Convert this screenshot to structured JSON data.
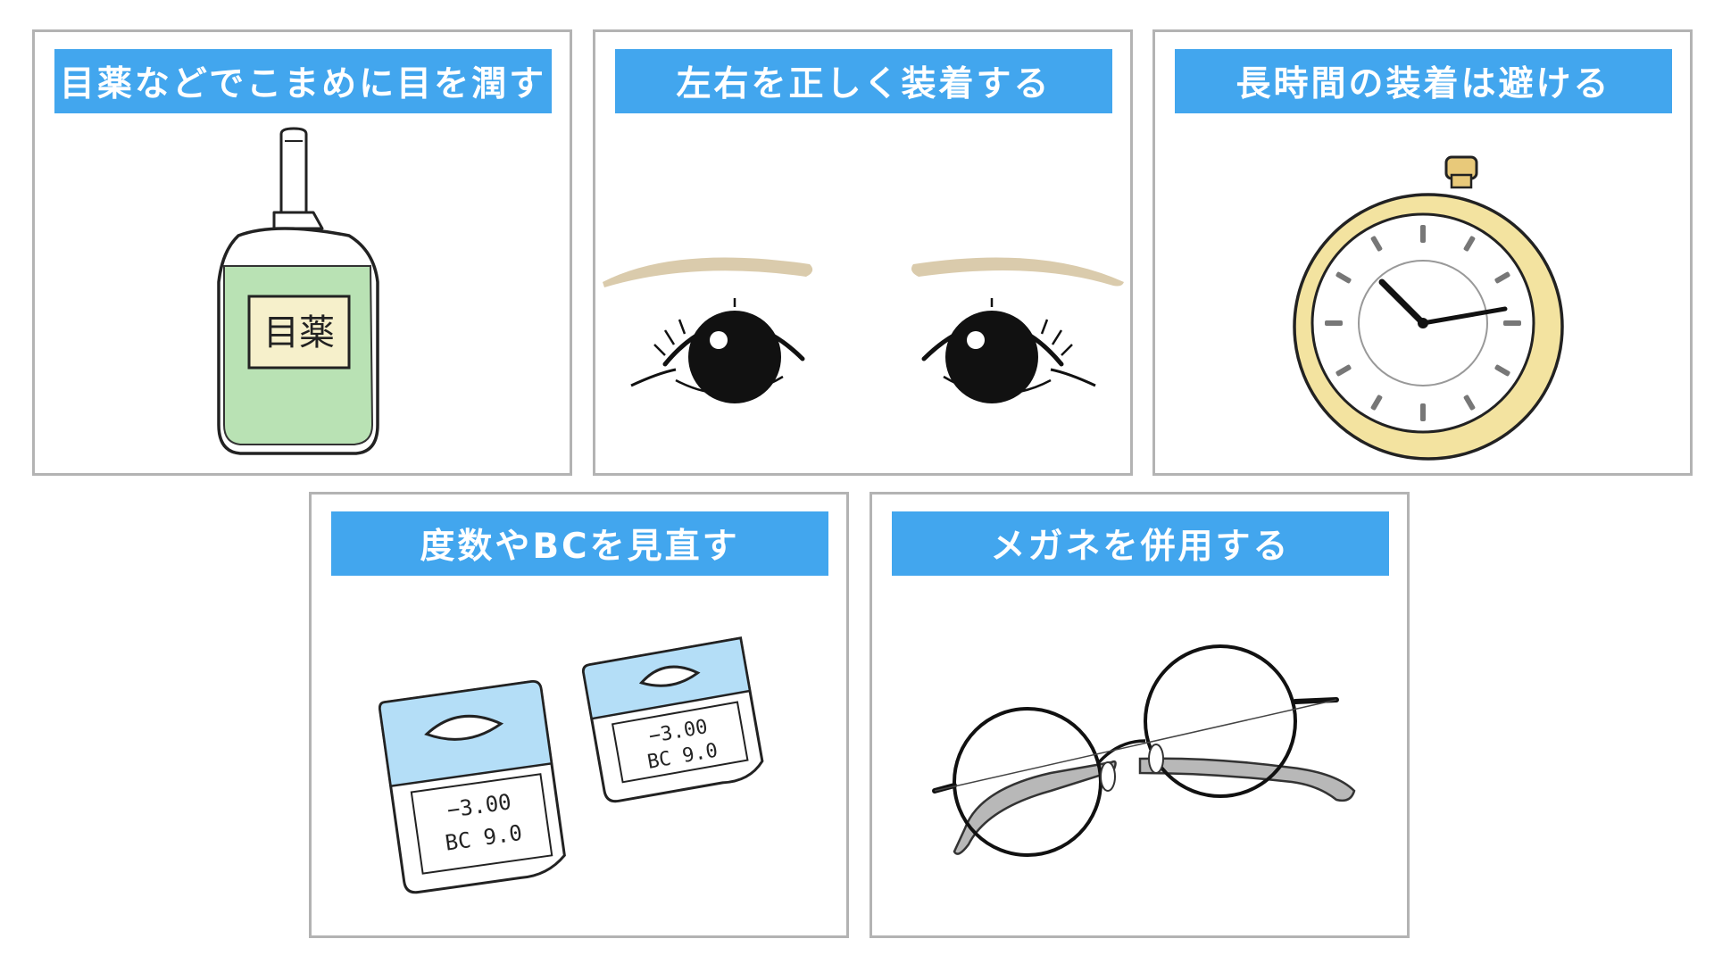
{
  "panels": [
    {
      "title": "目薬などでこまめに目を潤す",
      "label": "目薬"
    },
    {
      "title": "左右を正しく装着する"
    },
    {
      "title": "長時間の装着は避ける"
    },
    {
      "title": "度数やBCを見直す",
      "cards": [
        {
          "power": "−3.00",
          "bc": "BC 9.0"
        },
        {
          "power": "−3.00",
          "bc": "BC 9.0"
        }
      ]
    },
    {
      "title": "メガネを併用する"
    }
  ],
  "colors": {
    "banner": "#42a6ee",
    "border": "#b3b3b3",
    "drop_label_bg": "#b9e2b4",
    "eyebrow": "#d6c5a3",
    "watch_gold": "#f3e3a0",
    "lens_case_blue": "#b4def7"
  }
}
